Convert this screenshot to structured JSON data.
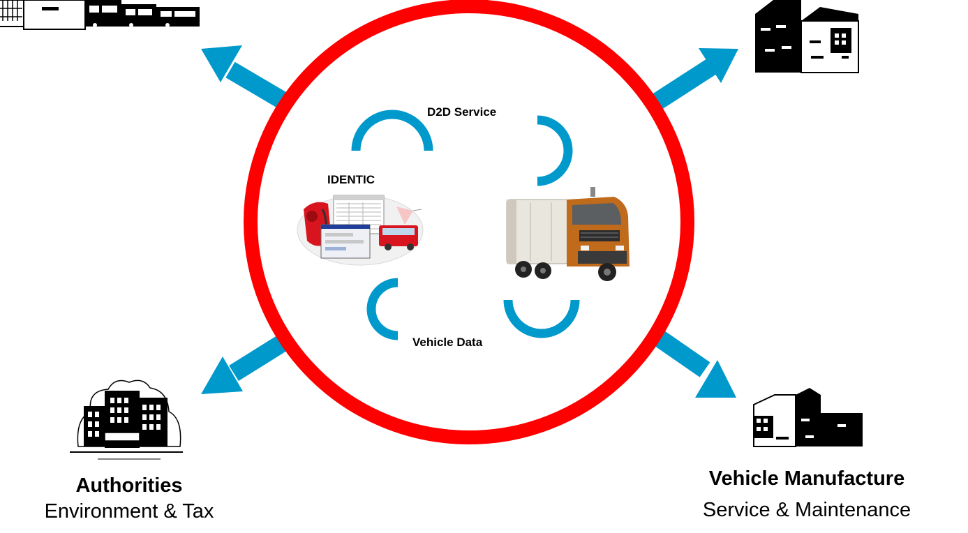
{
  "colors": {
    "ring": "#ff0000",
    "arrows": "#0099cc",
    "arcs": "#0099cc",
    "buildings": "#000000",
    "truck_cab": "#c06a1c",
    "truck_body": "#e9e6de",
    "identic_red": "#d8141e"
  },
  "center": {
    "d2d_label": "D2D Service",
    "identic_label": "IDENTIC",
    "vehicle_data_label": "Vehicle Data"
  },
  "nodes": {
    "authorities": {
      "title": "Authorities",
      "subtitle": "Environment & Tax",
      "icon": "office-building-icon"
    },
    "manufacturer": {
      "title": "Vehicle Manufacture",
      "subtitle": "Service & Maintenance",
      "icon": "factory-icon"
    },
    "top_left": {
      "icon": "bus-depot-icon"
    },
    "top_right": {
      "icon": "factory-icon"
    }
  },
  "images": {
    "identic": "identic-system-illustration",
    "truck": "garbage-truck-illustration"
  }
}
